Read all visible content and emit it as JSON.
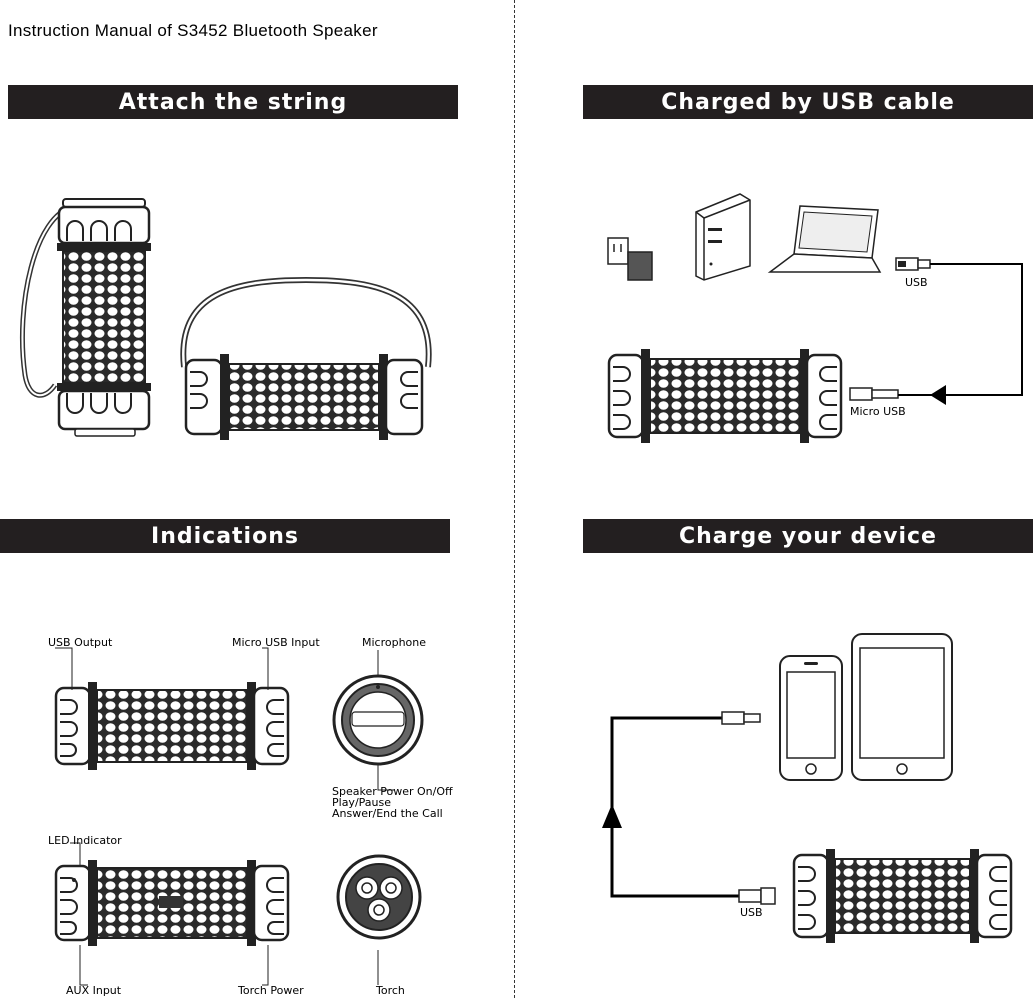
{
  "document": {
    "title": "Instruction Manual of S3452 Bluetooth Speaker",
    "sections": {
      "attach": "Attach the string",
      "usb_charge": "Charged by USB cable",
      "indications": "Indications",
      "charge_device": "Charge your device"
    },
    "usb_charge_labels": {
      "usb": "USB",
      "micro_usb": "Micro USB"
    },
    "indication_labels": {
      "usb_output": "USB Output",
      "micro_usb_input": "Micro USB Input",
      "microphone": "Microphone",
      "power_line1": "Speaker Power On/Off",
      "power_line2": "Play/Pause",
      "power_line3": "Answer/End the Call",
      "led_indicator": "LED Indicator",
      "aux_input": "AUX Input",
      "torch_power": "Torch Power",
      "torch": "Torch"
    },
    "charge_device_labels": {
      "usb": "USB"
    }
  }
}
